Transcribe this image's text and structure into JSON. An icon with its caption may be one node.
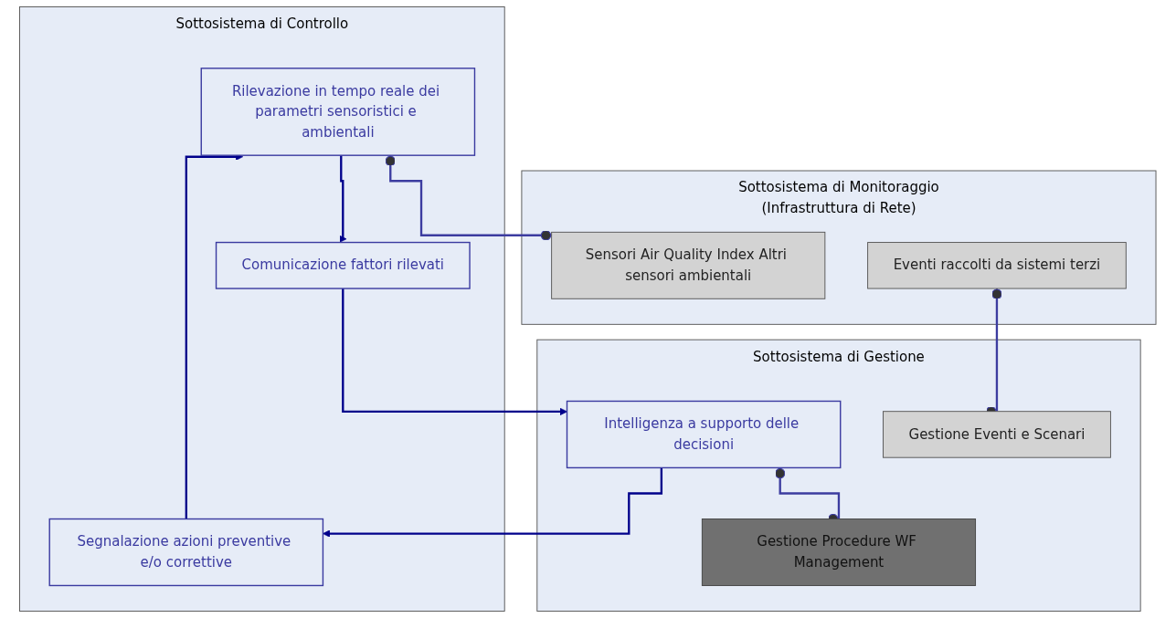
{
  "diagram": {
    "nodes": [
      {
        "text": [
          "Sottosistema di Controllo"
        ]
      },
      {
        "text": [
          "Rilevazione in tempo reale dei parametri sensoristici e ambientali"
        ],
        "in": 0
      },
      {
        "text": [
          "Comunicazione fattori rilevati"
        ],
        "in": 0
      },
      {
        "text": [
          "Segnalazione azioni preventive e/o correttive"
        ],
        "in": 0
      },
      {
        "text": [
          "Sottosistema di Monitoraggio",
          "(Infrastruttura di Rete)"
        ]
      },
      {
        "text": [
          "Sensori Air Quality Index Altri sensori ambientali"
        ],
        "in": 4
      },
      {
        "text": [
          "Eventi raccolti da sistemi terzi"
        ],
        "in": 4
      },
      {
        "text": [
          "Sottosistema di Gestione"
        ]
      },
      {
        "text": [
          "Intelligenza a supporto delle decisioni"
        ],
        "in": 7
      },
      {
        "text": [
          "Gestione Procedure WF Management"
        ],
        "in": 7
      },
      {
        "text": [
          "Gestione Eventi e Scenari"
        ],
        "in": 7
      }
    ],
    "edges": [
      {
        "from": 1,
        "to": 2,
        "arrow": "to"
      },
      {
        "from": 3,
        "to": 1,
        "arrow": "to"
      },
      {
        "from": 2,
        "to": 8,
        "arrow": "to"
      },
      {
        "from": 8,
        "to": 3,
        "arrow": "to"
      },
      {
        "from": 1,
        "to": 5,
        "arrow": "other",
        "color": "#3c3ca0"
      },
      {
        "from": 8,
        "to": 9,
        "arrow": "other",
        "color": "#3c3ca0"
      },
      {
        "from": 6,
        "to": 10,
        "arrow": "other",
        "color": "#3c3ca0"
      }
    ]
  }
}
